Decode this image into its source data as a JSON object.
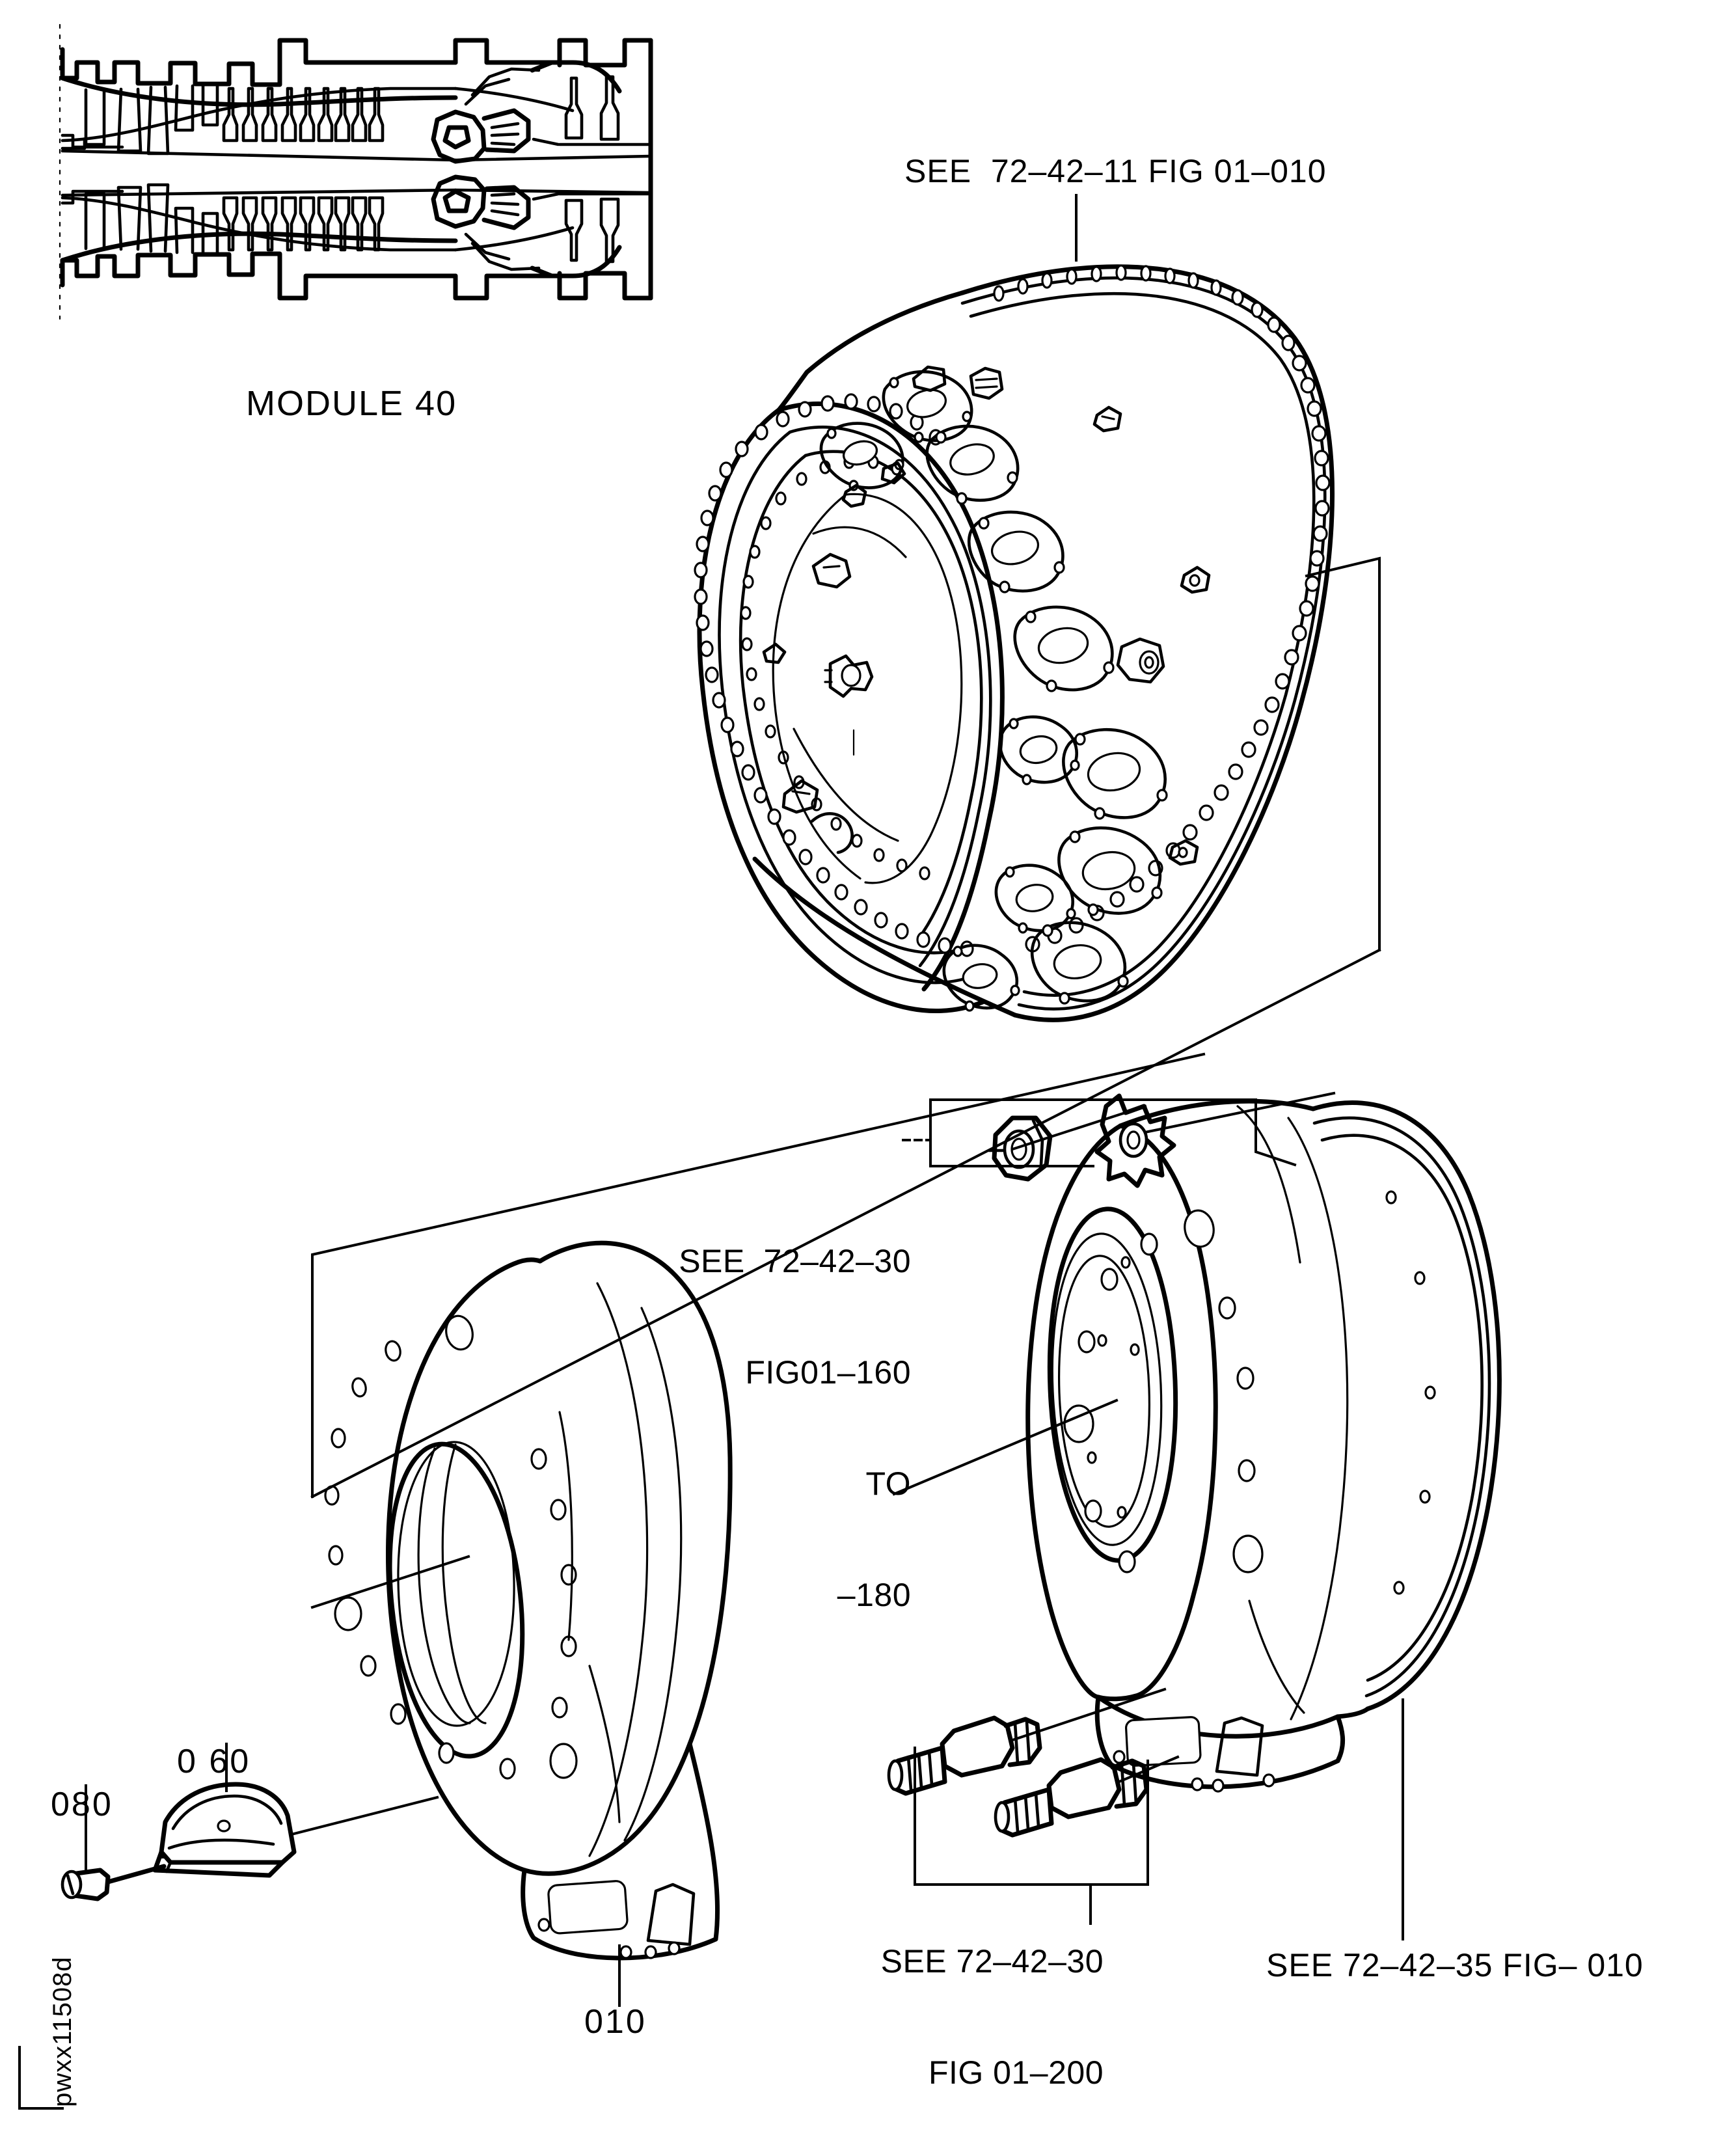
{
  "figure": {
    "drawing_id": "pwxx11508d",
    "module_label": "MODULE 40",
    "type": "aircraft-engine-illustrated-parts-catalog-figure",
    "ink_color": "#000000",
    "paper_color": "#ffffff"
  },
  "callouts": {
    "top_reference": "SEE  72–42–11 FIG 01–010",
    "mid_reference_lines": [
      "SEE  72–42–30",
      "FIG01–160",
      "TO",
      "–180"
    ],
    "lower_reference_lines": [
      "SEE 72–42–30",
      "FIG 01–200"
    ],
    "right_reference": "SEE 72–42–35 FIG– 010"
  },
  "item_numbers": {
    "item_010": "010",
    "item_060": "0 60",
    "item_080": "080"
  },
  "parts": [
    {
      "item": "010",
      "name": "diffuser-case-front-frame"
    },
    {
      "item": "060",
      "name": "mounting-bracket"
    },
    {
      "item": "080",
      "name": "screw"
    }
  ],
  "graphics": {
    "engine_inset": "engine-cross-section-inset",
    "main_casing": "combustion-diffuser-casing-drum",
    "left_casing": "front-bearing-support-case",
    "right_casing": "rear-bearing-support-case",
    "hardware_nut": "hex-nut",
    "hardware_washer": "tab-lock-washer",
    "hardware_bolts": "bolt-fitting-pair"
  }
}
